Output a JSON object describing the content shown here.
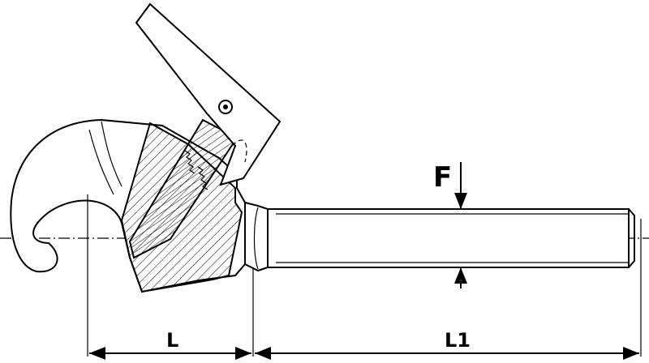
{
  "labels": {
    "force": "F",
    "length_l": "L",
    "length_l1": "L1"
  },
  "colors": {
    "line": "#000000",
    "background": "#ffffff"
  }
}
